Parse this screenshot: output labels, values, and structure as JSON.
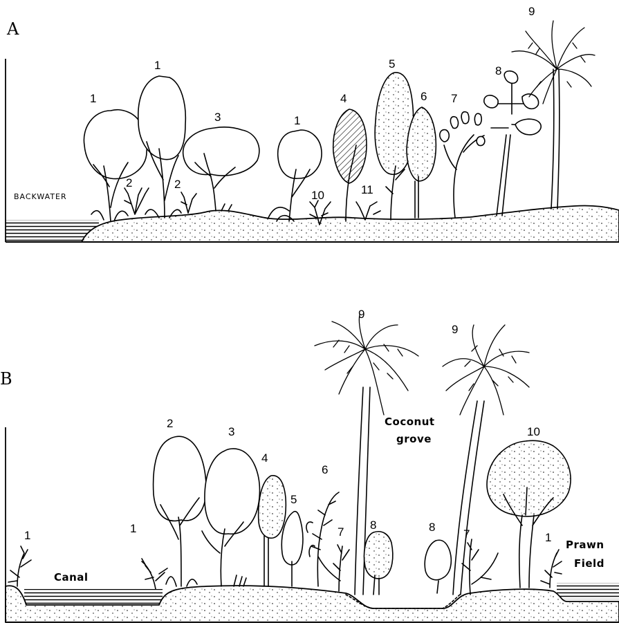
{
  "panel_a": {
    "letter": "A",
    "water_label": "BACKWATER",
    "tree_numbers": [
      "1",
      "1",
      "2",
      "2",
      "3",
      "1",
      "4",
      "10",
      "11",
      "5",
      "6",
      "7",
      "8",
      "9"
    ]
  },
  "panel_b": {
    "letter": "B",
    "canal_label": "Canal",
    "grove_label_line1": "Coconut",
    "grove_label_line2": "grove",
    "prawn_label_line1": "Prawn",
    "prawn_label_line2": "Field",
    "tree_numbers": [
      "1",
      "1",
      "2",
      "3",
      "4",
      "5",
      "6",
      "7",
      "8",
      "9",
      "9",
      "8",
      "7",
      "10",
      "1"
    ]
  }
}
